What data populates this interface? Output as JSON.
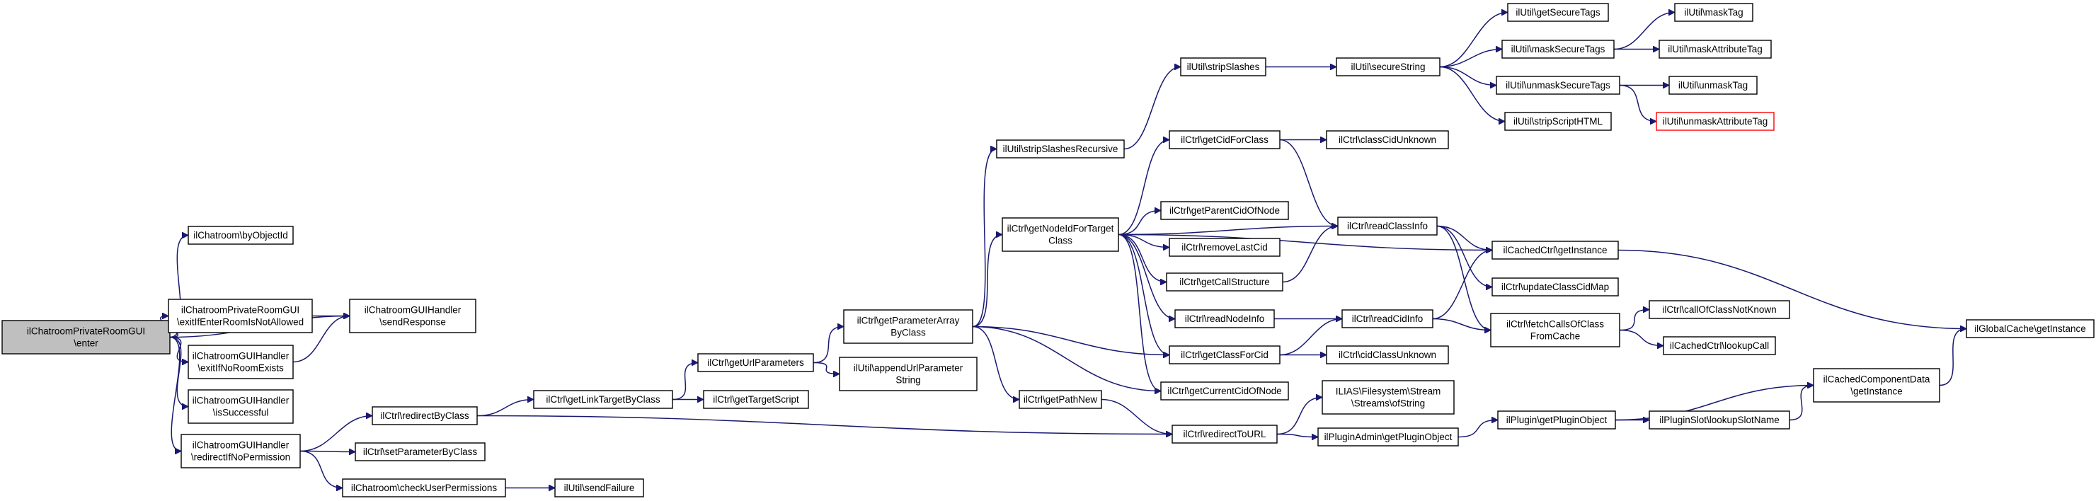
{
  "nodes": [
    {
      "id": "root",
      "lines": [
        "ilChatroomPrivateRoomGUI",
        "\\enter"
      ],
      "style": "root"
    },
    {
      "id": "byObjectId",
      "lines": [
        "ilChatroom\\byObjectId"
      ]
    },
    {
      "id": "exitIfEnter",
      "lines": [
        "ilChatroomPrivateRoomGUI",
        "\\exitIfEnterRoomIsNotAllowed"
      ]
    },
    {
      "id": "sendResponse",
      "lines": [
        "ilChatroomGUIHandler",
        "\\sendResponse"
      ]
    },
    {
      "id": "exitIfNoRoom",
      "lines": [
        "ilChatroomGUIHandler",
        "\\exitIfNoRoomExists"
      ]
    },
    {
      "id": "isSuccessful",
      "lines": [
        "ilChatroomGUIHandler",
        "\\isSuccessful"
      ]
    },
    {
      "id": "redirectIfNoPerm",
      "lines": [
        "ilChatroomGUIHandler",
        "\\redirectIfNoPermission"
      ]
    },
    {
      "id": "redirectByClass",
      "lines": [
        "ilCtrl\\redirectByClass"
      ]
    },
    {
      "id": "setParamByClass",
      "lines": [
        "ilCtrl\\setParameterByClass"
      ]
    },
    {
      "id": "checkUserPerm",
      "lines": [
        "ilChatroom\\checkUserPermissions"
      ]
    },
    {
      "id": "sendFailure",
      "lines": [
        "ilUtil\\sendFailure"
      ]
    },
    {
      "id": "getLinkTarget",
      "lines": [
        "ilCtrl\\getLinkTargetByClass"
      ]
    },
    {
      "id": "getUrlParams",
      "lines": [
        "ilCtrl\\getUrlParameters"
      ]
    },
    {
      "id": "getTargetScript",
      "lines": [
        "ilCtrl\\getTargetScript"
      ]
    },
    {
      "id": "getParamArray",
      "lines": [
        "ilCtrl\\getParameterArray",
        "ByClass"
      ]
    },
    {
      "id": "appendUrlParam",
      "lines": [
        "ilUtil\\appendUrlParameter",
        "String"
      ]
    },
    {
      "id": "stripSlashesRec",
      "lines": [
        "ilUtil\\stripSlashesRecursive"
      ]
    },
    {
      "id": "getNodeId",
      "lines": [
        "ilCtrl\\getNodeIdForTarget",
        "Class"
      ]
    },
    {
      "id": "getPathNew",
      "lines": [
        "ilCtrl\\getPathNew"
      ]
    },
    {
      "id": "stripSlashes",
      "lines": [
        "ilUtil\\stripSlashes"
      ]
    },
    {
      "id": "secureString",
      "lines": [
        "ilUtil\\secureString"
      ]
    },
    {
      "id": "getSecureTags",
      "lines": [
        "ilUtil\\getSecureTags"
      ]
    },
    {
      "id": "maskSecureTags",
      "lines": [
        "ilUtil\\maskSecureTags"
      ]
    },
    {
      "id": "unmaskSecureTags",
      "lines": [
        "ilUtil\\unmaskSecureTags"
      ]
    },
    {
      "id": "stripScriptHTML",
      "lines": [
        "ilUtil\\stripScriptHTML"
      ]
    },
    {
      "id": "maskTag",
      "lines": [
        "ilUtil\\maskTag"
      ]
    },
    {
      "id": "maskAttrTag",
      "lines": [
        "ilUtil\\maskAttributeTag"
      ]
    },
    {
      "id": "unmaskTag",
      "lines": [
        "ilUtil\\unmaskTag"
      ]
    },
    {
      "id": "unmaskAttrTag",
      "lines": [
        "ilUtil\\unmaskAttributeTag"
      ],
      "style": "red"
    },
    {
      "id": "getCidForClass",
      "lines": [
        "ilCtrl\\getCidForClass"
      ]
    },
    {
      "id": "classCidUnknown",
      "lines": [
        "ilCtrl\\classCidUnknown"
      ]
    },
    {
      "id": "getParentCid",
      "lines": [
        "ilCtrl\\getParentCidOfNode"
      ]
    },
    {
      "id": "removeLastCid",
      "lines": [
        "ilCtrl\\removeLastCid"
      ]
    },
    {
      "id": "getCallStructure",
      "lines": [
        "ilCtrl\\getCallStructure"
      ]
    },
    {
      "id": "readNodeInfo",
      "lines": [
        "ilCtrl\\readNodeInfo"
      ]
    },
    {
      "id": "getClassForCid",
      "lines": [
        "ilCtrl\\getClassForCid"
      ]
    },
    {
      "id": "getCurrentCid",
      "lines": [
        "ilCtrl\\getCurrentCidOfNode"
      ]
    },
    {
      "id": "readClassInfo",
      "lines": [
        "ilCtrl\\readClassInfo"
      ]
    },
    {
      "id": "readCidInfo",
      "lines": [
        "ilCtrl\\readCidInfo"
      ]
    },
    {
      "id": "cidClassUnknown",
      "lines": [
        "ilCtrl\\cidClassUnknown"
      ]
    },
    {
      "id": "cachedCtrlGetInst",
      "lines": [
        "ilCachedCtrl\\getInstance"
      ]
    },
    {
      "id": "updateClassCidMap",
      "lines": [
        "ilCtrl\\updateClassCidMap"
      ]
    },
    {
      "id": "fetchCalls",
      "lines": [
        "ilCtrl\\fetchCallsOfClass",
        "FromCache"
      ]
    },
    {
      "id": "callOfClassNotKnown",
      "lines": [
        "ilCtrl\\callOfClassNotKnown"
      ]
    },
    {
      "id": "lookupCall",
      "lines": [
        "ilCachedCtrl\\lookupCall"
      ]
    },
    {
      "id": "globalCacheGetInst",
      "lines": [
        "ilGlobalCache\\getInstance"
      ]
    },
    {
      "id": "redirectToURL",
      "lines": [
        "ilCtrl\\redirectToURL"
      ]
    },
    {
      "id": "streamsOfString",
      "lines": [
        "ILIAS\\Filesystem\\Stream",
        "\\Streams\\ofString"
      ]
    },
    {
      "id": "pluginAdminGetObj",
      "lines": [
        "ilPluginAdmin\\getPluginObject"
      ]
    },
    {
      "id": "pluginGetObj",
      "lines": [
        "ilPlugin\\getPluginObject"
      ]
    },
    {
      "id": "lookupSlotName",
      "lines": [
        "ilPluginSlot\\lookupSlotName"
      ]
    },
    {
      "id": "cachedCompGetInst",
      "lines": [
        "ilCachedComponentData",
        "\\getInstance"
      ]
    }
  ],
  "edges": [
    [
      "root",
      "byObjectId"
    ],
    [
      "root",
      "sendResponse"
    ],
    [
      "root",
      "exitIfEnter"
    ],
    [
      "root",
      "exitIfNoRoom"
    ],
    [
      "root",
      "isSuccessful"
    ],
    [
      "root",
      "redirectIfNoPerm"
    ],
    [
      "exitIfEnter",
      "sendResponse"
    ],
    [
      "exitIfNoRoom",
      "sendResponse"
    ],
    [
      "redirectIfNoPerm",
      "redirectByClass"
    ],
    [
      "redirectIfNoPerm",
      "setParamByClass"
    ],
    [
      "redirectIfNoPerm",
      "checkUserPerm"
    ],
    [
      "checkUserPerm",
      "sendFailure"
    ],
    [
      "redirectByClass",
      "getLinkTarget"
    ],
    [
      "redirectByClass",
      "redirectToURL"
    ],
    [
      "getLinkTarget",
      "getUrlParams"
    ],
    [
      "getLinkTarget",
      "getTargetScript"
    ],
    [
      "getUrlParams",
      "getParamArray"
    ],
    [
      "getUrlParams",
      "appendUrlParam"
    ],
    [
      "getParamArray",
      "stripSlashesRec"
    ],
    [
      "getParamArray",
      "getNodeId"
    ],
    [
      "getParamArray",
      "getPathNew"
    ],
    [
      "getParamArray",
      "getClassForCid"
    ],
    [
      "getParamArray",
      "getCurrentCid"
    ],
    [
      "stripSlashesRec",
      "stripSlashes"
    ],
    [
      "stripSlashes",
      "secureString"
    ],
    [
      "secureString",
      "getSecureTags"
    ],
    [
      "secureString",
      "maskSecureTags"
    ],
    [
      "secureString",
      "unmaskSecureTags"
    ],
    [
      "secureString",
      "stripScriptHTML"
    ],
    [
      "maskSecureTags",
      "maskTag"
    ],
    [
      "maskSecureTags",
      "maskAttrTag"
    ],
    [
      "unmaskSecureTags",
      "unmaskTag"
    ],
    [
      "unmaskSecureTags",
      "unmaskAttrTag"
    ],
    [
      "getNodeId",
      "getCidForClass"
    ],
    [
      "getNodeId",
      "cachedCtrlGetInst"
    ],
    [
      "getNodeId",
      "readClassInfo"
    ],
    [
      "getNodeId",
      "getParentCid"
    ],
    [
      "getNodeId",
      "removeLastCid"
    ],
    [
      "getNodeId",
      "getCallStructure"
    ],
    [
      "getNodeId",
      "readNodeInfo"
    ],
    [
      "getNodeId",
      "getClassForCid"
    ],
    [
      "getNodeId",
      "getCurrentCid"
    ],
    [
      "getCidForClass",
      "classCidUnknown"
    ],
    [
      "getCidForClass",
      "readClassInfo"
    ],
    [
      "getCallStructure",
      "readClassInfo"
    ],
    [
      "readNodeInfo",
      "readCidInfo"
    ],
    [
      "getClassForCid",
      "readCidInfo"
    ],
    [
      "getClassForCid",
      "cidClassUnknown"
    ],
    [
      "getPathNew",
      "redirectToURL"
    ],
    [
      "readClassInfo",
      "cachedCtrlGetInst"
    ],
    [
      "readClassInfo",
      "updateClassCidMap"
    ],
    [
      "readClassInfo",
      "fetchCalls"
    ],
    [
      "readCidInfo",
      "cachedCtrlGetInst"
    ],
    [
      "readCidInfo",
      "fetchCalls"
    ],
    [
      "fetchCalls",
      "callOfClassNotKnown"
    ],
    [
      "fetchCalls",
      "lookupCall"
    ],
    [
      "cachedCtrlGetInst",
      "globalCacheGetInst"
    ],
    [
      "redirectToURL",
      "streamsOfString"
    ],
    [
      "redirectToURL",
      "pluginAdminGetObj"
    ],
    [
      "pluginAdminGetObj",
      "pluginGetObj"
    ],
    [
      "pluginGetObj",
      "lookupSlotName"
    ],
    [
      "pluginGetObj",
      "cachedCompGetInst"
    ],
    [
      "lookupSlotName",
      "cachedCompGetInst"
    ],
    [
      "cachedCompGetInst",
      "globalCacheGetInst"
    ]
  ]
}
